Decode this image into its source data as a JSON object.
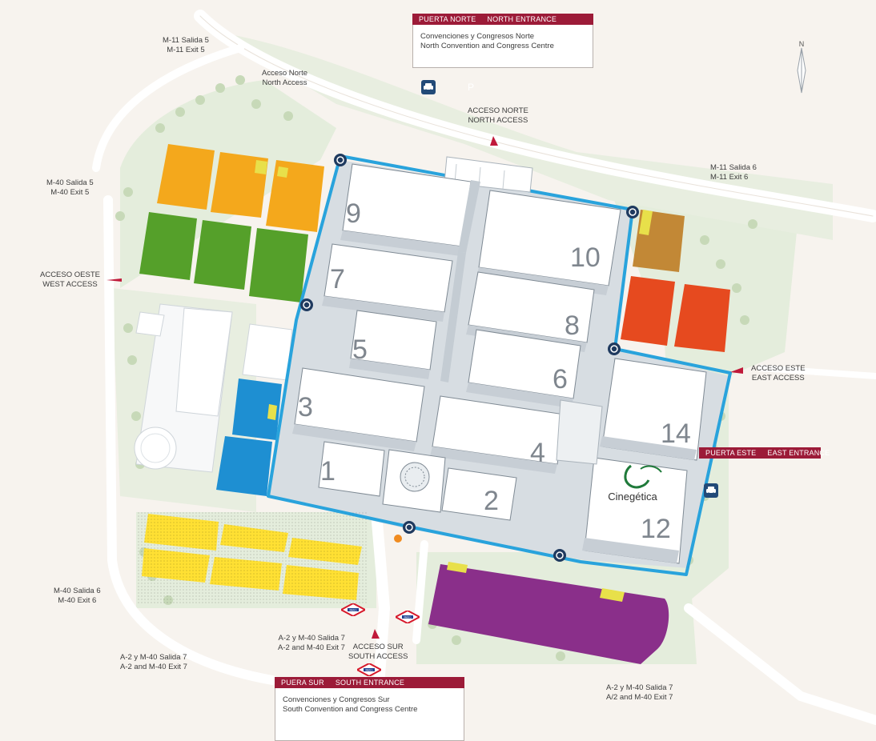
{
  "entrances": {
    "north": {
      "banner_es": "PUERTA NORTE",
      "banner_en": "NORTH ENTRANCE",
      "line1": "Convenciones y Congresos Norte",
      "line2": "North Convention and Congress Centre"
    },
    "south": {
      "banner_es": "PUERA SUR",
      "banner_en": "SOUTH ENTRANCE",
      "line1": "Convenciones y Congresos Sur",
      "line2": "South Convention and Congress Centre"
    },
    "east": {
      "banner_es": "PUERTA ESTE",
      "banner_en": "EAST ENTRANCE"
    }
  },
  "access": {
    "north_road": {
      "es": "Acceso Norte",
      "en": "North Access"
    },
    "north": {
      "es": "ACCESO NORTE",
      "en": "NORTH ACCESS"
    },
    "west": {
      "es": "ACCESO OESTE",
      "en": "WEST ACCESS"
    },
    "east": {
      "es": "ACCESO ESTE",
      "en": "EAST ACCESS"
    },
    "south": {
      "es": "ACCESO SUR",
      "en": "SOUTH ACCESS"
    }
  },
  "roads": {
    "m11_s5": {
      "es": "M-11 Salida 5",
      "en": "M-11 Exit 5"
    },
    "m11_s6": {
      "es": "M-11 Salida 6",
      "en": "M-11 Exit 6"
    },
    "m40_s5": {
      "es": "M-40 Salida 5",
      "en": "M-40 Exit 5"
    },
    "m40_s6": {
      "es": "M-40 Salida 6",
      "en": "M-40 Exit 6"
    },
    "a2_s7_center": {
      "es": "A-2 y M-40 Salida 7",
      "en": "A-2 and M-40 Exit 7"
    },
    "a2_s7_left": {
      "es": "A-2 y M-40 Salida 7",
      "en": "A-2 and M-40 Exit 7"
    },
    "a2_s7_right": {
      "es": "A-2 y M-40 Salida 7",
      "en": "A/2 and M-40 Exit 7"
    }
  },
  "compass": {
    "north": "N"
  },
  "parking_letter": "P",
  "metro_label": "Metro",
  "halls": [
    "9",
    "10",
    "7",
    "8",
    "5",
    "6",
    "3",
    "4",
    "1",
    "2",
    "14",
    "12"
  ],
  "event_logo": "Cinegética",
  "colors": {
    "brand": "#9c1b38",
    "ring_road": "#29a3dc",
    "parking_orange": "#f4a81c",
    "parking_green": "#55a02a",
    "parking_blue": "#1e8fd2",
    "parking_brown": "#c28836",
    "parking_red": "#e64a1f",
    "parking_yellow": "#ffe033",
    "parking_purple": "#8a2f8a",
    "logo_green": "#1f7a3a"
  },
  "icons": [
    "roundabout-icon",
    "parking-car-icon",
    "metro-icon",
    "access-flag-icon",
    "compass-icon"
  ]
}
